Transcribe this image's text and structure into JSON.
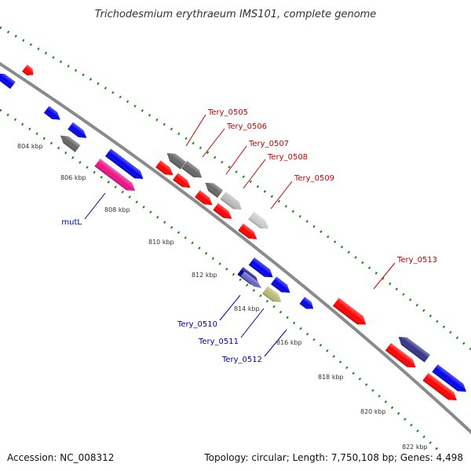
{
  "title": "Trichodesmium erythraeum IMS101, complete genome",
  "footer": {
    "accession": "Accession: NC_008312",
    "topology": "Topology: circular; Length: 7,750,108 bp; Genes: 4,498"
  },
  "colors": {
    "forward_label": "#cc0000",
    "reverse_label": "#0000aa",
    "backbone": "#8a8a8a",
    "gc_dots": "#1a8a1a"
  },
  "ticks": [
    "804 kbp",
    "806 kbp",
    "808 kbp",
    "810 kbp",
    "812 kbp",
    "814 kbp",
    "816 kbp",
    "818 kbp",
    "820 kbp",
    "822 kbp"
  ],
  "gene_labels": {
    "forward": [
      "Tery_0505",
      "Tery_0506",
      "Tery_0507",
      "Tery_0508",
      "Tery_0509",
      "Tery_0513"
    ],
    "reverse": [
      "mutL",
      "Tery_0510",
      "Tery_0511",
      "Tery_0512"
    ]
  }
}
